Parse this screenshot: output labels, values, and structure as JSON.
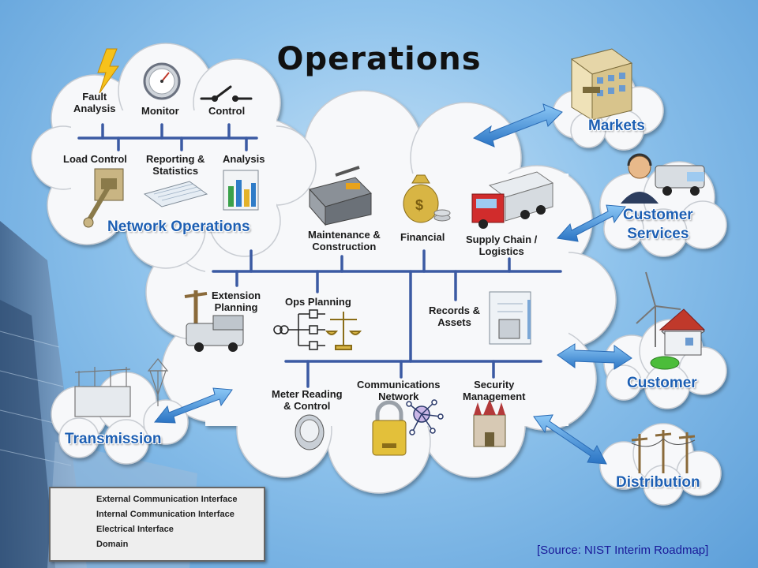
{
  "title": "Operations",
  "source": "[Source: NIST Interim Roadmap]",
  "domains": {
    "network_operations": "Network Operations",
    "markets": "Markets",
    "customer_services_line1": "Customer",
    "customer_services_line2": "Services",
    "customer": "Customer",
    "transmission": "Transmission",
    "distribution": "Distribution"
  },
  "network_ops_items": {
    "fault_line1": "Fault",
    "fault_line2": "Analysis",
    "monitor": "Monitor",
    "control": "Control",
    "load_control": "Load Control",
    "reporting_line1": "Reporting &",
    "reporting_line2": "Statistics",
    "analysis": "Analysis"
  },
  "operations_items": {
    "maintenance_line1": "Maintenance &",
    "maintenance_line2": "Construction",
    "financial": "Financial",
    "supply_line1": "Supply Chain /",
    "supply_line2": "Logistics",
    "extension_line1": "Extension",
    "extension_line2": "Planning",
    "ops_planning": "Ops Planning",
    "records_line1": "Records &",
    "records_line2": "Assets",
    "meter_line1": "Meter Reading",
    "meter_line2": "& Control",
    "comms_line1": "Communications",
    "comms_line2": "Network",
    "security_line1": "Security",
    "security_line2": "Management"
  },
  "legend": {
    "external": "External Communication Interface",
    "internal": "Internal Communication Interface",
    "electrical": "Electrical Interface",
    "domain": "Domain"
  },
  "colors": {
    "bus_line": "#3b5aa3",
    "arrow": "#3f8fd8",
    "domain_text": "#1d5fb3",
    "electrical": "#f0a020"
  }
}
